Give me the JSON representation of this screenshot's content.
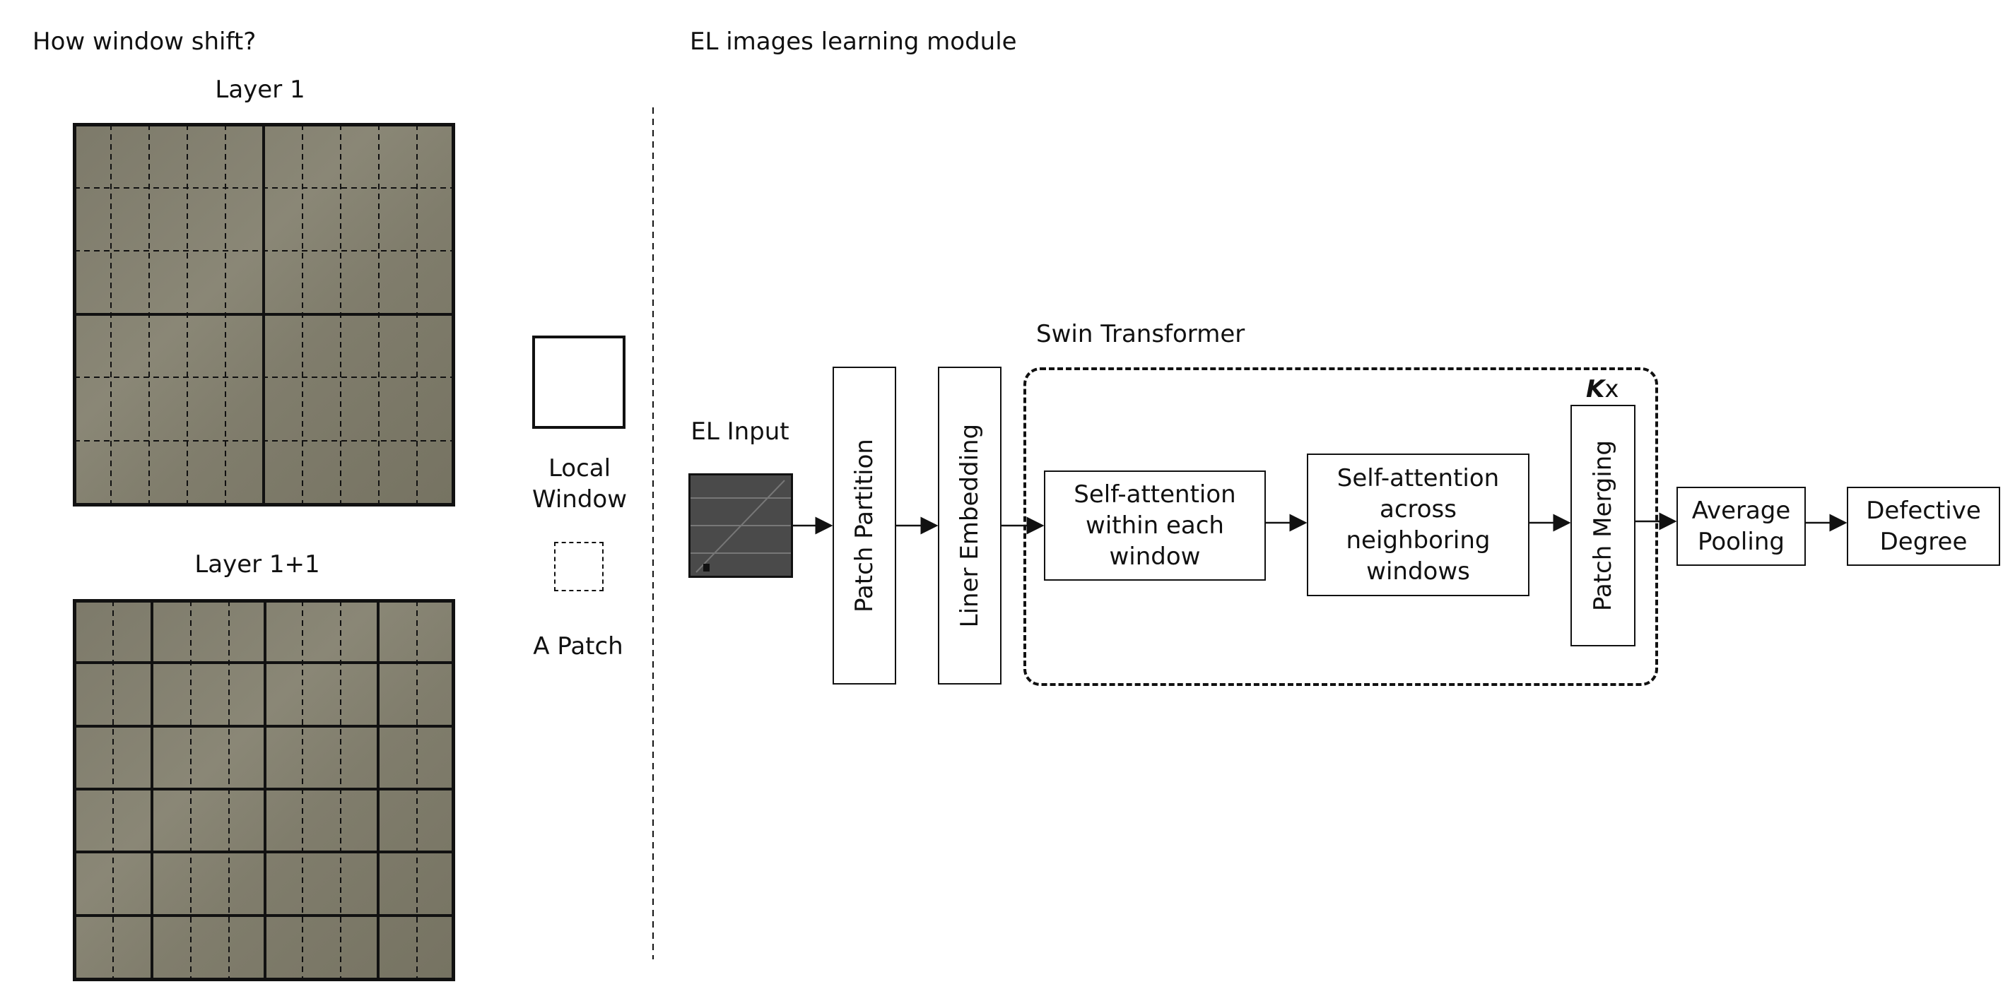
{
  "left_section": {
    "heading": "How window shift?",
    "layer1_label": "Layer 1",
    "layer2_label": "Layer 1+1"
  },
  "legend": {
    "local_window_line1": "Local",
    "local_window_line2": "Window",
    "patch_label": "A Patch"
  },
  "right_section": {
    "heading": "EL images learning module",
    "el_input_label": "EL Input",
    "patch_partition": "Patch Partition",
    "liner_embedding": "Liner Embedding",
    "swin_label": "Swin Transformer",
    "self_attention_within_line1": "Self-attention",
    "self_attention_within_line2": "within each",
    "self_attention_within_line3": "window",
    "self_attention_across_line1": "Self-attention",
    "self_attention_across_line2": "across",
    "self_attention_across_line3": "neighboring",
    "self_attention_across_line4": "windows",
    "kx_k": "K",
    "kx_x": "x",
    "patch_merging": "Patch Merging",
    "average_pooling_line1": "Average",
    "average_pooling_line2": "Pooling",
    "defective_degree_line1": "Defective",
    "defective_degree_line2": "Degree"
  },
  "colors": {
    "panel": "#807d6c",
    "stroke": "#111111"
  }
}
